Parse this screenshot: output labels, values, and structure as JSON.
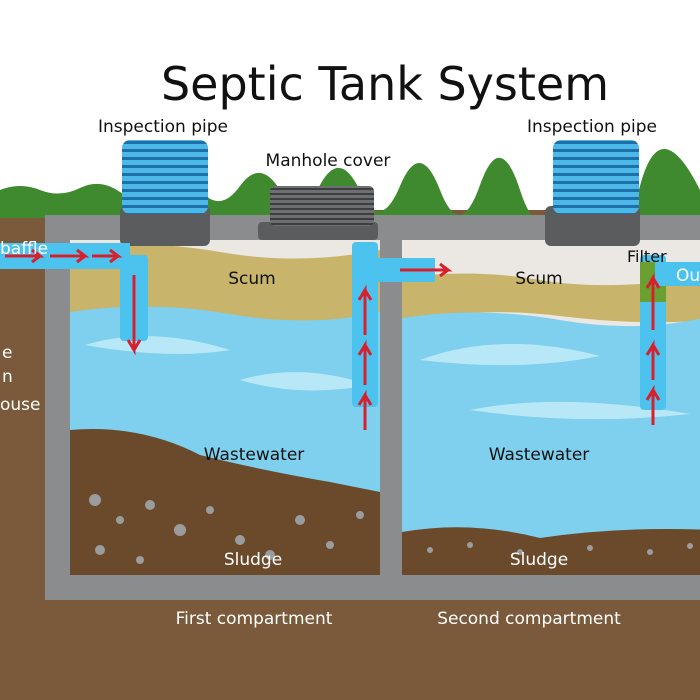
{
  "title": "Septic Tank System",
  "labels": {
    "inspection_pipe_left": "Inspection pipe",
    "inspection_pipe_right": "Inspection pipe",
    "manhole_cover": "Manhole cover",
    "baffle": "baffle",
    "filter": "Filter",
    "outlet": "Ou",
    "house_line1": "e",
    "house_line2": "n",
    "house_line3": "ouse",
    "scum_first": "Scum",
    "scum_second": "Scum",
    "wastewater_first": "Wastewater",
    "wastewater_second": "Wastewater",
    "sludge_first": "Sludge",
    "sludge_second": "Sludge",
    "first_compartment": "First compartment",
    "second_compartment": "Second compartment"
  },
  "colors": {
    "soil": "#7a5a3a",
    "grass": "#3f8a2e",
    "tank_wall": "#8a8c8e",
    "water": "#7fd0ee",
    "water_light": "#b8e8f8",
    "scum": "#c8b46a",
    "sludge": "#6a4a2a",
    "pipe": "#4cc3ef",
    "arrow": "#d8202c",
    "lid": "#5a5c5e"
  }
}
